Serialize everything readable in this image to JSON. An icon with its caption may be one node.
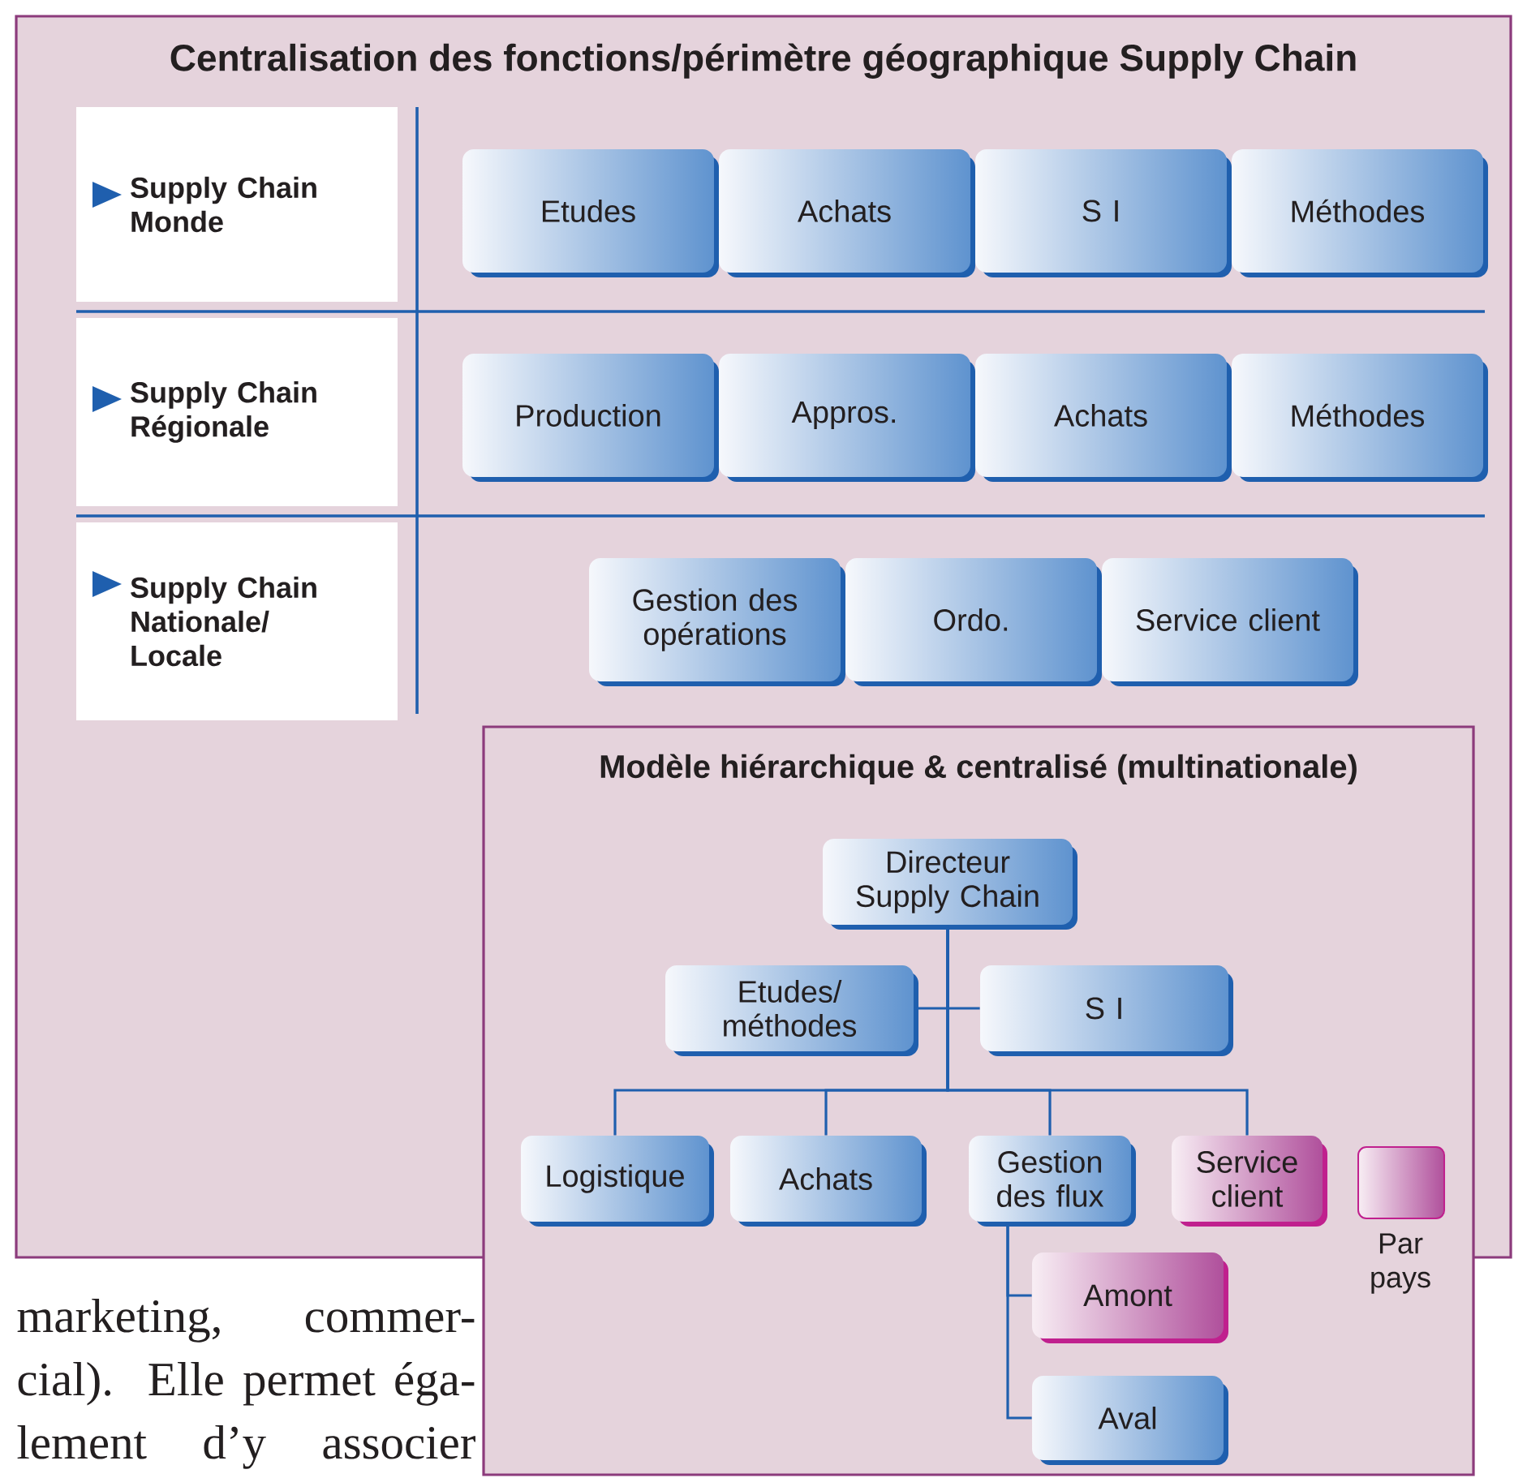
{
  "diagram": {
    "nodes": [
      {
        "text": [
          "Centralisation des fonctions/périmètre géographique Supply Chain"
        ]
      },
      {
        "text": [
          "Supply Chain Monde"
        ],
        "in": 0
      },
      {
        "text": [
          "Etudes"
        ],
        "in": 0
      },
      {
        "text": [
          "Achats"
        ],
        "in": 0
      },
      {
        "text": [
          "S I"
        ],
        "in": 0
      },
      {
        "text": [
          "Méthodes"
        ],
        "in": 0
      },
      {
        "text": [
          "Supply Chain Régionale"
        ],
        "in": 0
      },
      {
        "text": [
          "Production"
        ],
        "in": 0
      },
      {
        "text": [
          "Appros."
        ],
        "in": 0
      },
      {
        "text": [
          "Achats"
        ],
        "in": 0
      },
      {
        "text": [
          "Méthodes"
        ],
        "in": 0
      },
      {
        "text": [
          "Supply Chain Nationale/ Locale"
        ],
        "in": 0
      },
      {
        "text": [
          "Gestion des opérations"
        ],
        "in": 0
      },
      {
        "text": [
          "Ordo."
        ],
        "in": 0
      },
      {
        "text": [
          "Service client"
        ],
        "in": 0
      },
      {
        "text": [
          "Modèle hiérarchique & centralisé (multinationale)"
        ]
      },
      {
        "text": [
          "Directeur Supply Chain"
        ]
      },
      {
        "text": [
          "Etudes/ méthodes"
        ]
      },
      {
        "text": [
          "S I"
        ]
      },
      {
        "text": [
          "Logistique"
        ]
      },
      {
        "text": [
          "Achats"
        ]
      },
      {
        "text": [
          "Gestion des flux"
        ]
      },
      {
        "text": [
          "Service client"
        ]
      },
      {
        "text": [
          "Amont"
        ],
        "in": 15
      },
      {
        "text": [
          "Aval"
        ],
        "in": 15
      }
    ],
    "edges": [
      {
        "from": 16,
        "to": 17,
        "arrow": "none"
      },
      {
        "from": 16,
        "to": 18,
        "arrow": "none"
      },
      {
        "from": 16,
        "to": 19,
        "arrow": "none"
      },
      {
        "from": 16,
        "to": 20,
        "arrow": "none"
      },
      {
        "from": 16,
        "to": 21,
        "arrow": "none"
      },
      {
        "from": 16,
        "to": 22,
        "arrow": "none"
      },
      {
        "from": 21,
        "to": 23,
        "arrow": "none"
      },
      {
        "from": 21,
        "to": 24,
        "arrow": "none"
      }
    ],
    "labels": [
      "marketing, commer-",
      "cial). Elle permet éga-",
      "lement d’y associer"
    ],
    "legend": [
      {
        "text": "Par pays",
        "color": "#b0509c"
      }
    ]
  }
}
